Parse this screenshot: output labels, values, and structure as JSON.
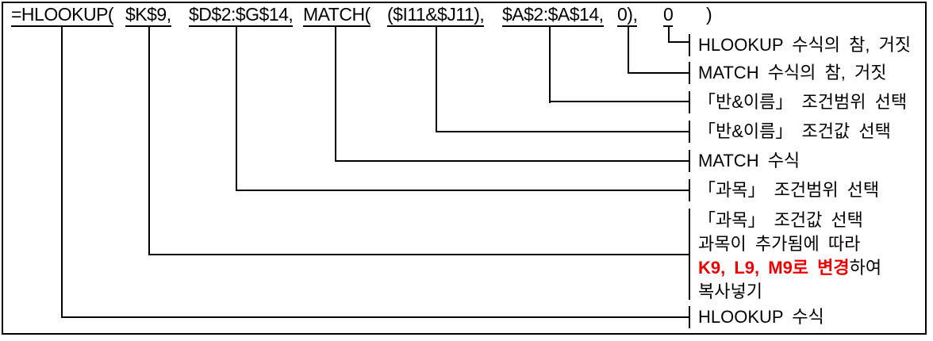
{
  "formula": {
    "segments": [
      {
        "name": "hlookup-open",
        "text": "=HLOOKUP("
      },
      {
        "name": "lookup-value",
        "text": "$K$9,"
      },
      {
        "name": "table-array",
        "text": "$D$2:$G$14,"
      },
      {
        "name": "match-open",
        "text": "MATCH("
      },
      {
        "name": "match-value",
        "text": "($I11&$J11),"
      },
      {
        "name": "match-array",
        "text": "$A$2:$A$14,"
      },
      {
        "name": "match-type",
        "text": "0),"
      },
      {
        "name": "range-lookup",
        "text": "0"
      },
      {
        "name": "hlookup-close",
        "text": ")"
      }
    ]
  },
  "annotations": {
    "hlookup_tf": "HLOOKUP 수식의 참, 거짓",
    "match_tf": "MATCH 수식의 참, 거짓",
    "class_name_range": "「반&이름」 조건범위 선택",
    "class_name_value": "「반&이름」 조건값 선택",
    "match_formula": "MATCH 수식",
    "subject_range": "「과목」 조건범위 선택",
    "subject_value_line1": "「과목」 조건값 선택",
    "subject_value_line2": "과목이 추가됨에 따라",
    "subject_value_line3_red": "K9, L9, M9로 변경",
    "subject_value_line3_rest": "하여",
    "subject_value_line4": "복사넣기",
    "hlookup_formula": "HLOOKUP 수식"
  },
  "colors": {
    "background": "#ffffff",
    "border": "#000000",
    "line": "#000000",
    "text": "#000000",
    "highlight_red": "#ee0000"
  }
}
